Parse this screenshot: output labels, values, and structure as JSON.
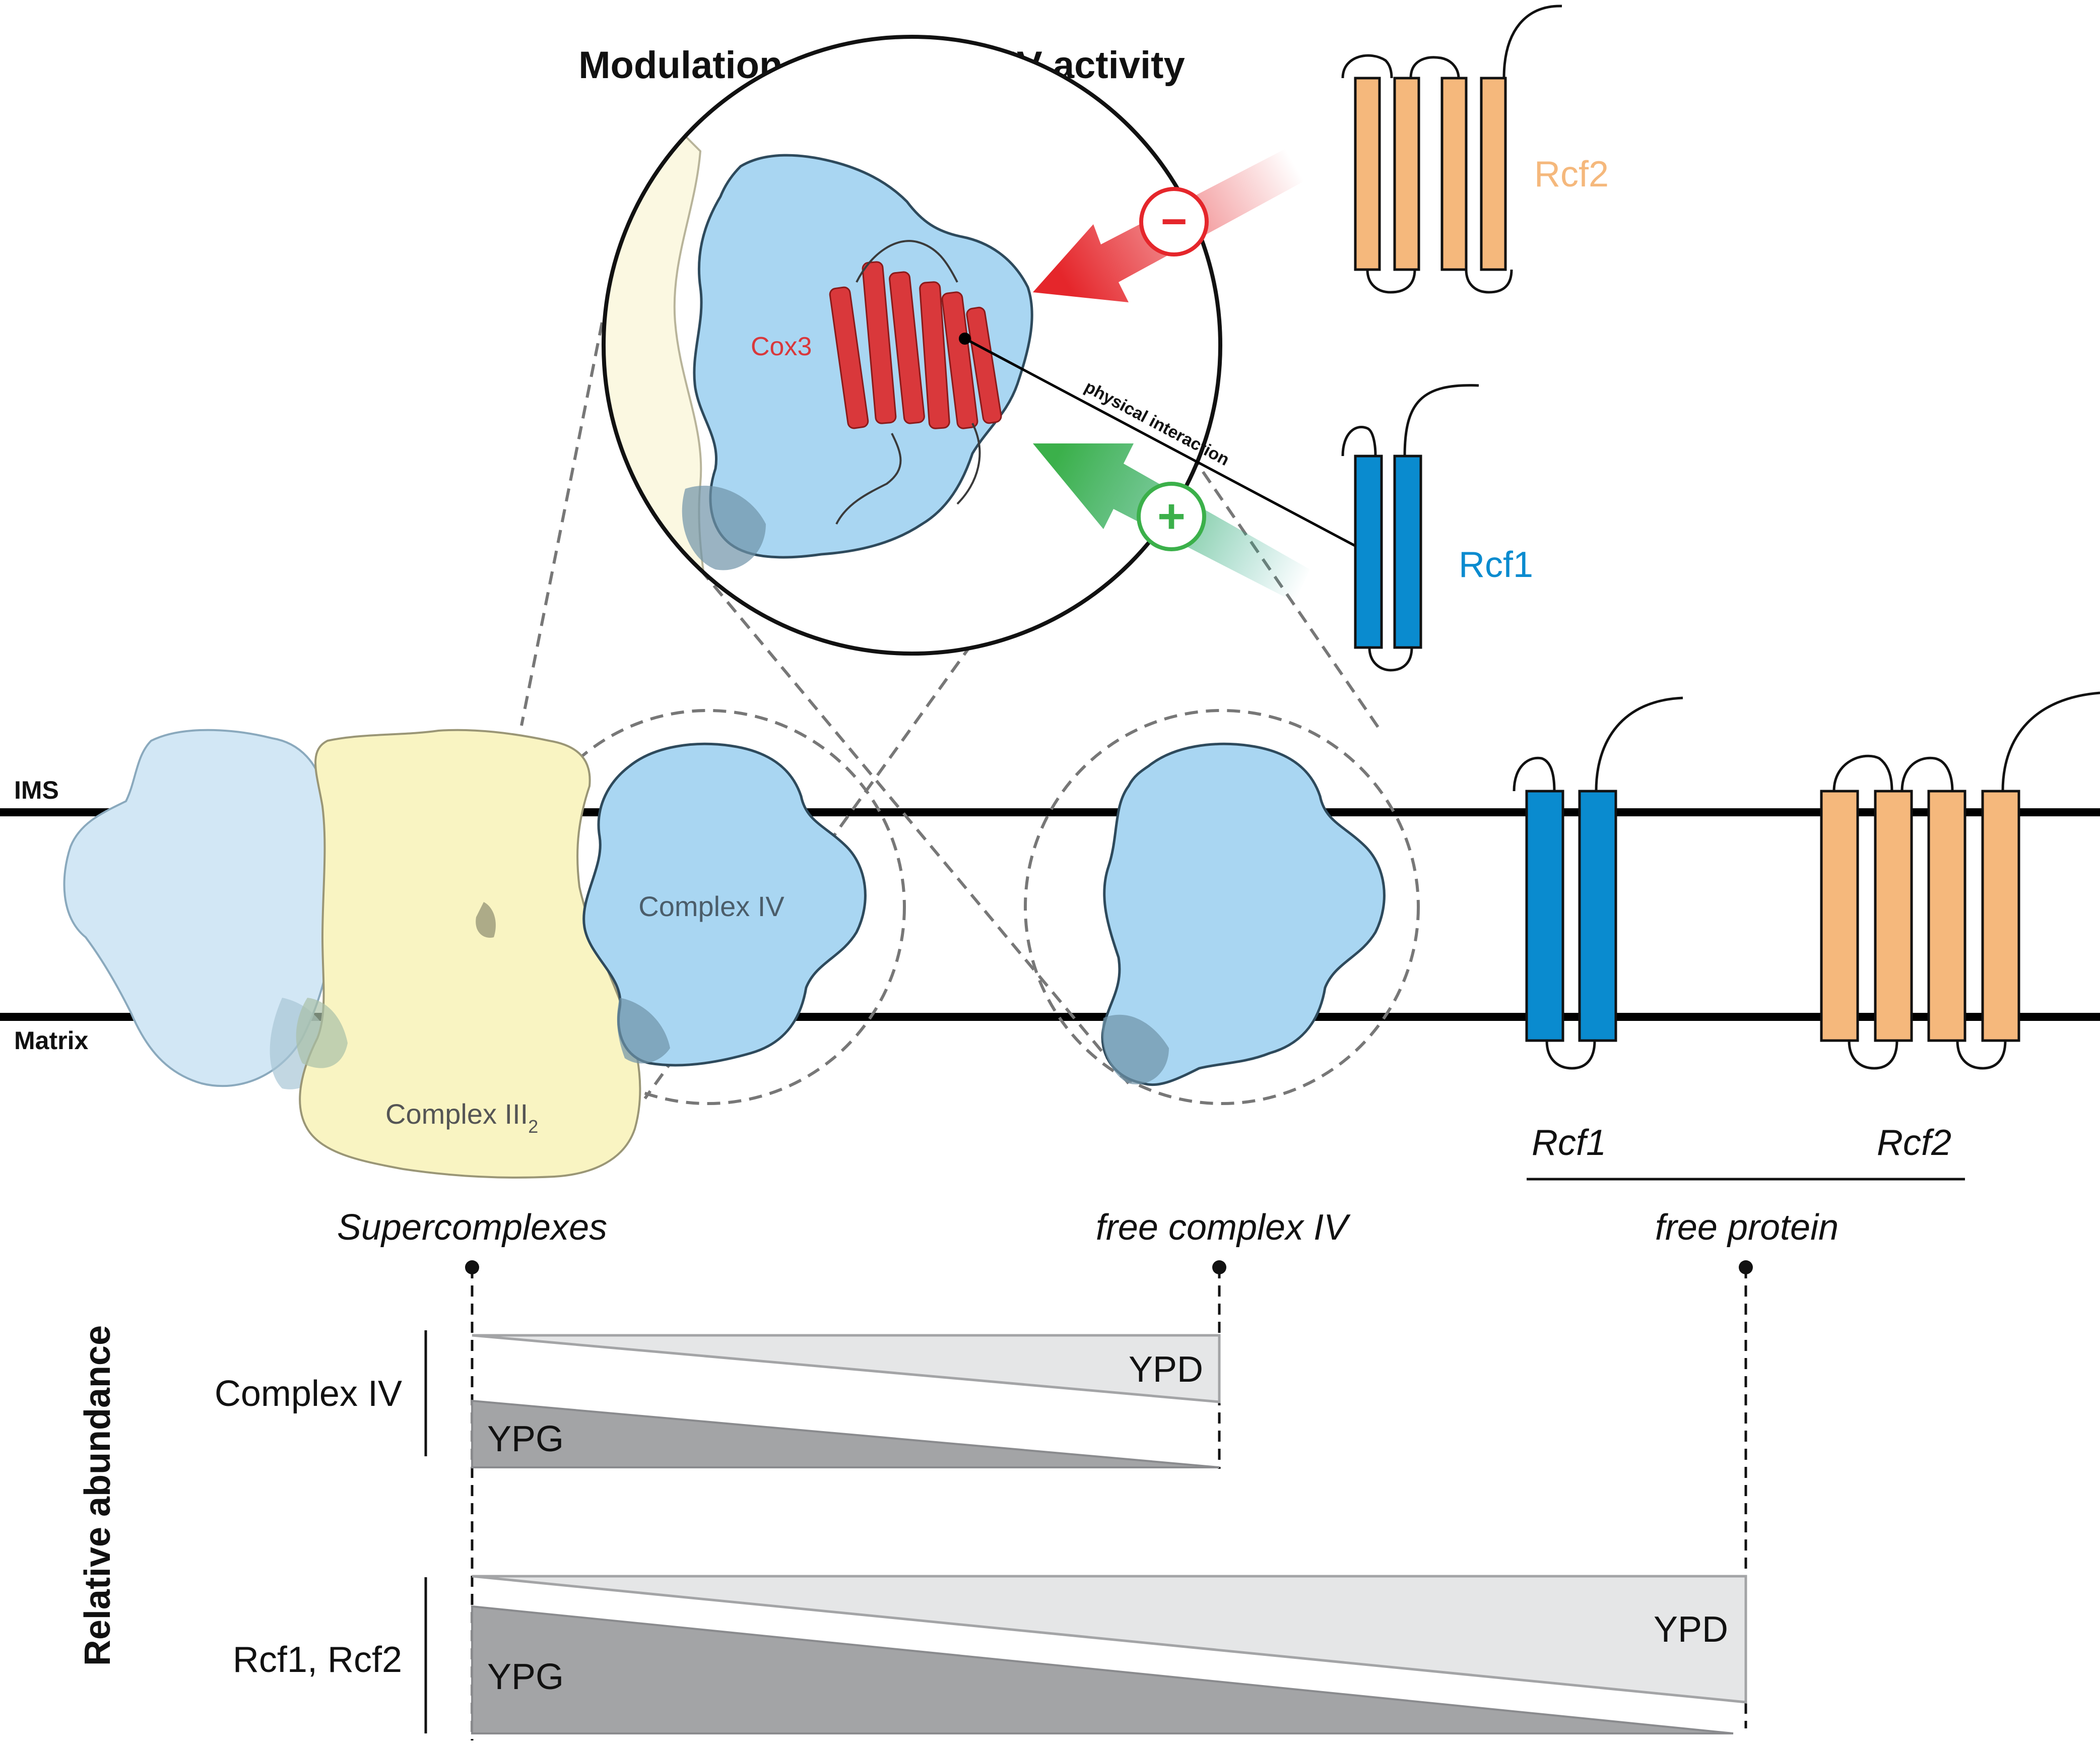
{
  "title": "Modulation of complex IV activity",
  "membrane": {
    "top_label": "IMS",
    "bottom_label": "Matrix"
  },
  "zoom": {
    "subunit_label": "Cox3",
    "interaction_label": "physical interaction",
    "inhibit_sign": "−",
    "activate_sign": "+"
  },
  "proteins": {
    "rcf2": "Rcf2",
    "rcf1": "Rcf1"
  },
  "complexes": {
    "complex_iv": "Complex IV",
    "complex_iii": "Complex III",
    "complex_iii_subscript": "2"
  },
  "free_protein_labels": {
    "rcf1": "Rcf1",
    "rcf2": "Rcf2"
  },
  "categories": {
    "supercomplexes": "Supercomplexes",
    "free_complex_iv": "free complex IV",
    "free_protein": "free protein"
  },
  "abundance": {
    "axis_label": "Relative abundance",
    "row1_label": "Complex IV",
    "row2_label": "Rcf1, Rcf2",
    "ypd": "YPD",
    "ypg": "YPG"
  },
  "colors": {
    "complex_iv": "#a9d6f2",
    "complex_iii": "#f9f4c2",
    "rcf1": "#0a8bcf",
    "rcf2": "#f5b87c",
    "inhibit": "#e5262b",
    "activate": "#3bb04a",
    "ypd_fill": "#e5e6e7",
    "ypg_fill": "#a3a4a6"
  }
}
